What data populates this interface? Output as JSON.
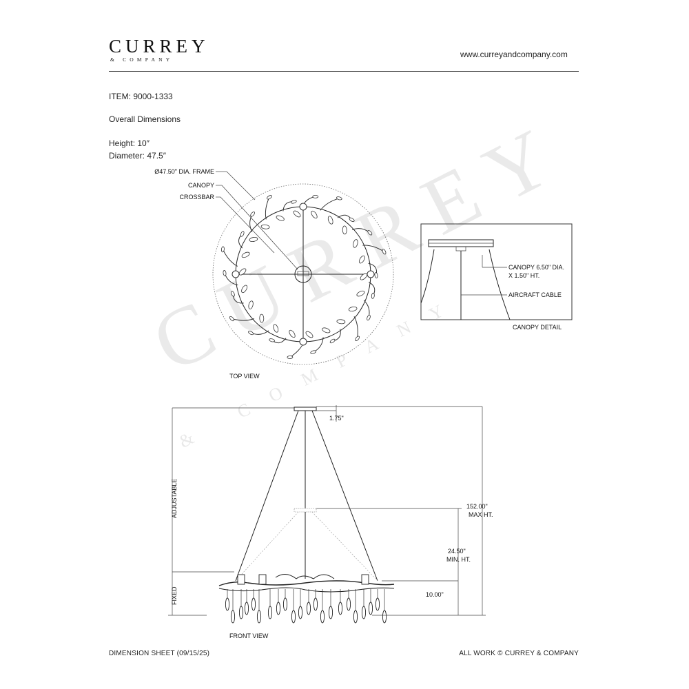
{
  "brand": {
    "name": "CURREY",
    "sub": "& COMPANY",
    "url": "www.curreyandcompany.com"
  },
  "item": {
    "number": "ITEM: 9000-1333",
    "section": "Overall Dimensions",
    "height": "Height: 10″",
    "diameter": "Diameter: 47.5″"
  },
  "top_view": {
    "title": "TOP VIEW",
    "callouts": [
      "Ø47.50\" DIA. FRAME",
      "CANOPY",
      "CROSSBAR"
    ]
  },
  "canopy_detail": {
    "title": "CANOPY DETAIL",
    "canopy_line1": "CANOPY 6.50\" DIA.",
    "canopy_line2": "X 1.50\" HT.",
    "cable": "AIRCRAFT CABLE"
  },
  "front_view": {
    "title": "FRONT VIEW",
    "canopy_height": "1.75\"",
    "max_value": "152.00\"",
    "max_label": "MAX HT.",
    "min_value": "24.50\"",
    "min_label": "MIN. HT.",
    "fixed_height": "10.00\"",
    "adjustable": "ADJUSTABLE",
    "fixed": "FIXED"
  },
  "footer": {
    "left": "DIMENSION SHEET (09/15/25)",
    "right": "ALL WORK © CURREY & COMPANY"
  },
  "colors": {
    "ink": "#222222",
    "watermark": "#d9d9d9"
  }
}
